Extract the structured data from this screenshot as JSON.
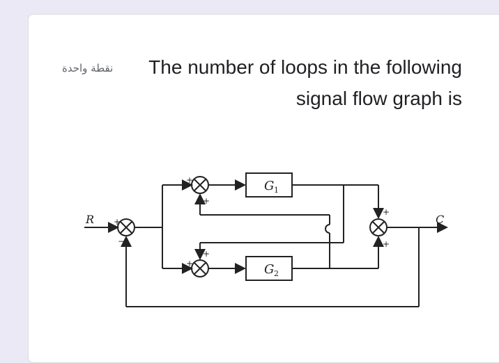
{
  "question": {
    "points_label": "نقطة واحدة",
    "text": "The number of loops in the following signal flow graph is"
  },
  "diagram": {
    "input_label": "R",
    "output_label": "C",
    "block_top": "G",
    "block_top_sub": "1",
    "block_bottom": "G",
    "block_bottom_sub": "2",
    "signs": {
      "plus": "+",
      "minus": "−"
    }
  }
}
